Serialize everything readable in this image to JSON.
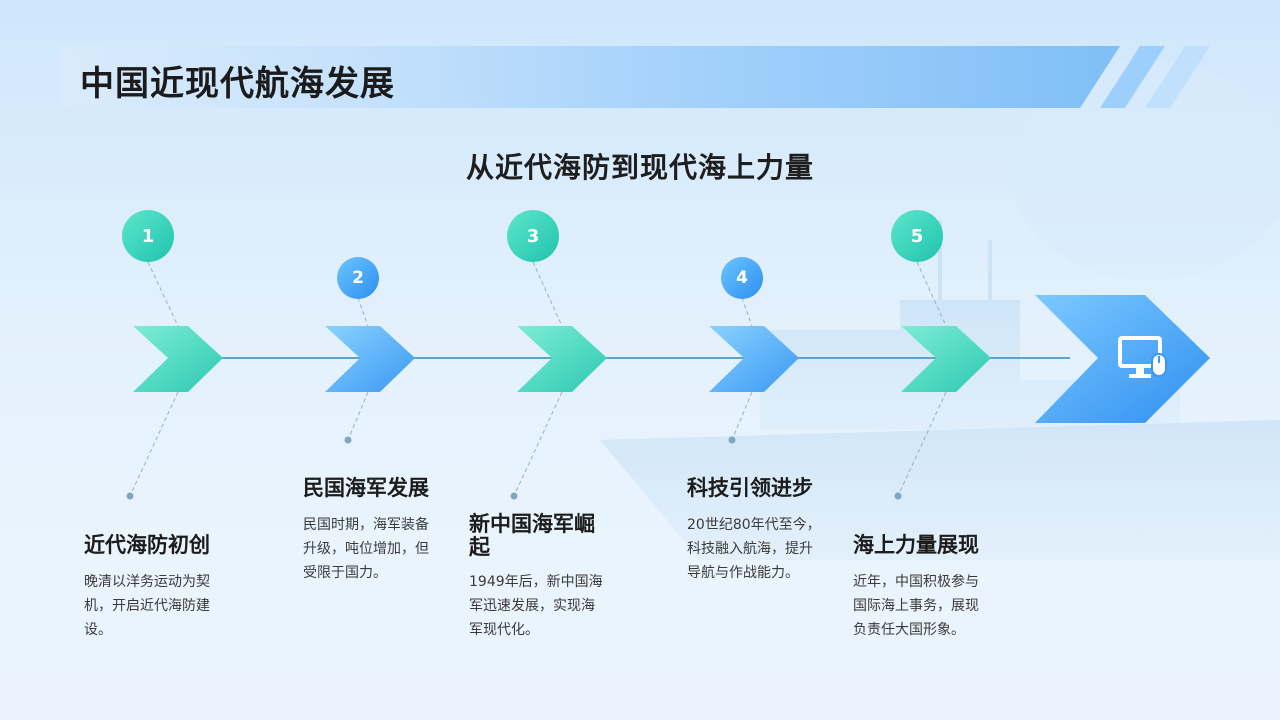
{
  "header": {
    "title": "中国近现代航海发展"
  },
  "subtitle": "从近代海防到现代海上力量",
  "steps": [
    {
      "number": "1",
      "title": "近代海防初创",
      "desc": [
        "晚清以洋务运动为契",
        "机，开启近代海防建",
        "设。"
      ]
    },
    {
      "number": "2",
      "title": "民国海军发展",
      "desc": [
        "民国时期，海军装备",
        "升级，吨位增加，但",
        "受限于国力。"
      ]
    },
    {
      "number": "3",
      "title": [
        "新中国海军崛",
        "起"
      ],
      "desc": [
        "1949年后，新中国海",
        "军迅速发展，实现海",
        "军现代化。"
      ]
    },
    {
      "number": "4",
      "title": "科技引领进步",
      "desc": [
        "20世纪80年代至今，",
        "科技融入航海，提升",
        "导航与作战能力。"
      ]
    },
    {
      "number": "5",
      "title": "海上力量展现",
      "desc": [
        "近年，中国积极参与",
        "国际海上事务，展现",
        "负责任大国形象。"
      ]
    }
  ],
  "final_icon": "computer-monitor-icon",
  "colors": {
    "green": "#20c3ae",
    "blue": "#2b8ff0",
    "band": "#8fc8fb",
    "title": "#1b1b1b"
  }
}
